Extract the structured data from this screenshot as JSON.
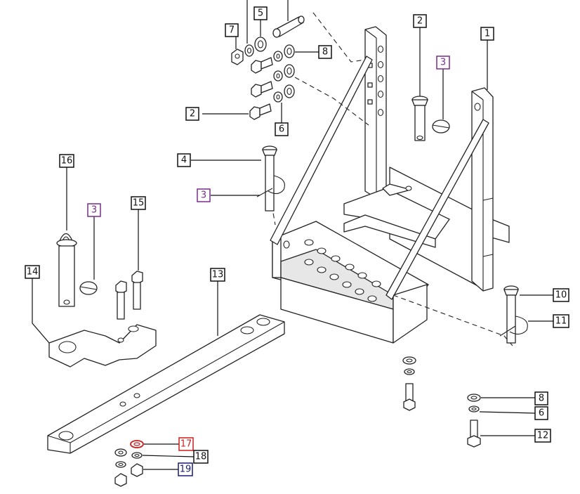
{
  "callouts": {
    "c1": {
      "num": "1"
    },
    "c2a": {
      "num": "2"
    },
    "c2b": {
      "num": "2"
    },
    "c3a": {
      "num": "3"
    },
    "c3b": {
      "num": "3"
    },
    "c3c": {
      "num": "3"
    },
    "c4": {
      "num": "4"
    },
    "c5": {
      "num": "5"
    },
    "c6a": {
      "num": "6"
    },
    "c6b": {
      "num": "6"
    },
    "c7": {
      "num": "7"
    },
    "c8a": {
      "num": "8"
    },
    "c8b": {
      "num": "8"
    },
    "c10": {
      "num": "10"
    },
    "c11": {
      "num": "11"
    },
    "c12": {
      "num": "12"
    },
    "c13": {
      "num": "13"
    },
    "c14": {
      "num": "14"
    },
    "c15": {
      "num": "15"
    },
    "c16": {
      "num": "16"
    },
    "c17": {
      "num": "17"
    },
    "c18": {
      "num": "18"
    },
    "c19": {
      "num": "19"
    }
  },
  "colors": {
    "default_box": "#111111",
    "highlight_purple": "#7a2d8c",
    "highlight_red": "#cc1f1f",
    "highlight_navy": "#1a1a7a"
  }
}
